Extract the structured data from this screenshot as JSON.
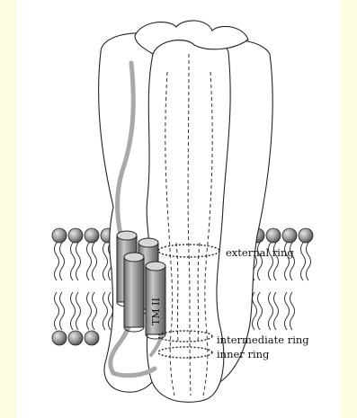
{
  "colors": {
    "margin_band": "#fdfbe0",
    "background": "#ffffff",
    "stroke": "#222222",
    "helix_fill": "#9a9a9a",
    "path_gray": "#a9a9a9",
    "bead_fill": "#8a8a8a"
  },
  "labels": {
    "helix": "TM II",
    "external_ring": "external ring",
    "intermediate_ring": "intermediate ring",
    "inner_ring": "inner ring"
  }
}
